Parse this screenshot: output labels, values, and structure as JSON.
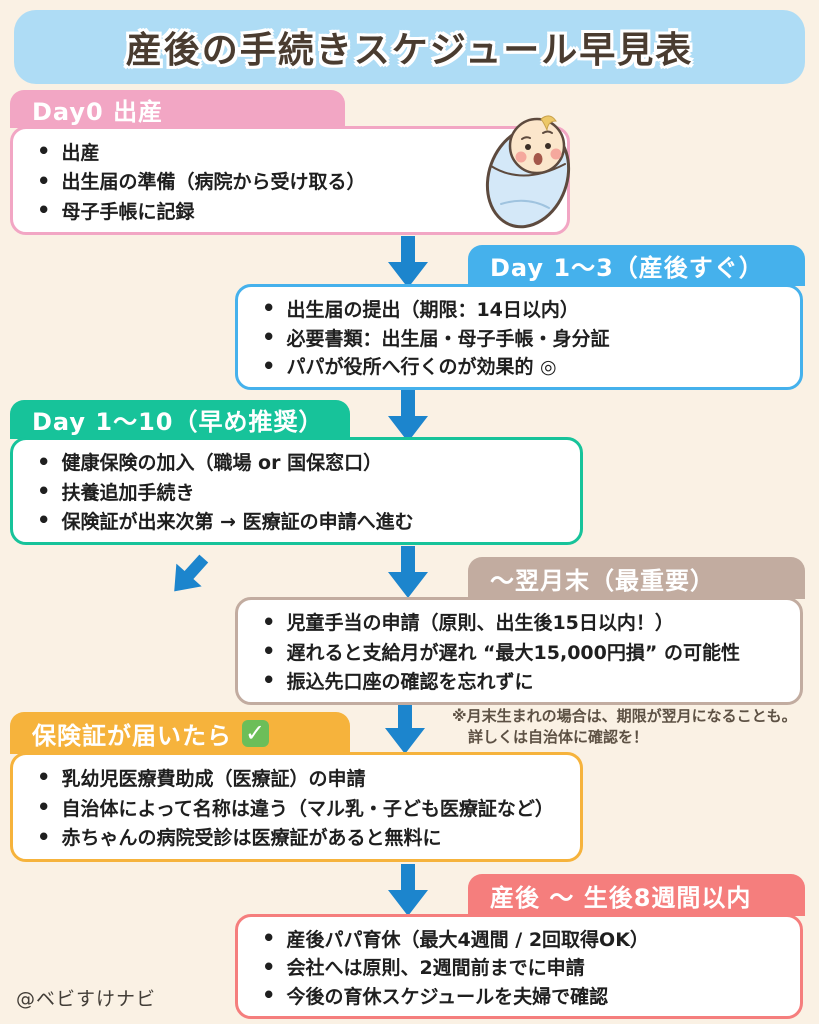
{
  "page": {
    "title": "産後の手続きスケジュール早見表",
    "footer": "@ベビすけナビ",
    "background": "#FAF1E4"
  },
  "colors": {
    "title_bg": "#AEDCF5",
    "title_text": "#4A3C30",
    "arrow": "#1C85CD",
    "bullet_text": "#1F1F1F",
    "note_text": "#5D5144",
    "check_green": "#6CBE59",
    "box_bg": "#FFFFFF"
  },
  "icons": {
    "baby": "swaddled-baby-illustration",
    "down_arrow": "thick-blue-down-arrow",
    "diagonal_arrow": "thick-blue-down-left-arrow",
    "check_label": "✓"
  },
  "sections": [
    {
      "id": "day0",
      "header": "Day0 出産",
      "color": "#F2A6C4",
      "items": [
        "出産",
        "出生届の準備（病院から受け取る）",
        "母子手帳に記録"
      ]
    },
    {
      "id": "day1-3",
      "header": "Day 1〜3（産後すぐ）",
      "color": "#45B1EC",
      "items": [
        "出生届の提出（期限：14日以内）",
        "必要書類：出生届・母子手帳・身分証",
        "パパが役所へ行くのが効果的 ◎"
      ]
    },
    {
      "id": "day1-10",
      "header": "Day 1〜10（早め推奨）",
      "color": "#17C39A",
      "items": [
        "健康保険の加入（職場 or 国保窓口）",
        "扶養追加手続き",
        "保険証が出来次第 → 医療証の申請へ進む"
      ]
    },
    {
      "id": "next-month-end",
      "header": "〜翌月末（最重要）",
      "color": "#C2ACA0",
      "items": [
        "児童手当の申請（原則、出生後15日以内！）",
        "遅れると支給月が遅れ “最大15,000円損” の可能性",
        "振込先口座の確認を忘れずに"
      ],
      "note_line1": "※月末生まれの場合は、期限が翌月になることも。",
      "note_line2": "詳しくは自治体に確認を！"
    },
    {
      "id": "insurance-card",
      "header": "保険証が届いたら",
      "color": "#F6B33C",
      "items": [
        "乳幼児医療費助成（医療証）の申請",
        "自治体によって名称は違う（マル乳・子ども医療証など）",
        "赤ちゃんの病院受診は医療証があると無料に"
      ]
    },
    {
      "id": "postpartum-8weeks",
      "header": "産後 〜 生後8週間以内",
      "color": "#F57E7D",
      "items": [
        "産後パパ育休（最大4週間 / 2回取得OK）",
        "会社へは原則、2週間前までに申請",
        "今後の育休スケジュールを夫婦で確認"
      ]
    }
  ]
}
